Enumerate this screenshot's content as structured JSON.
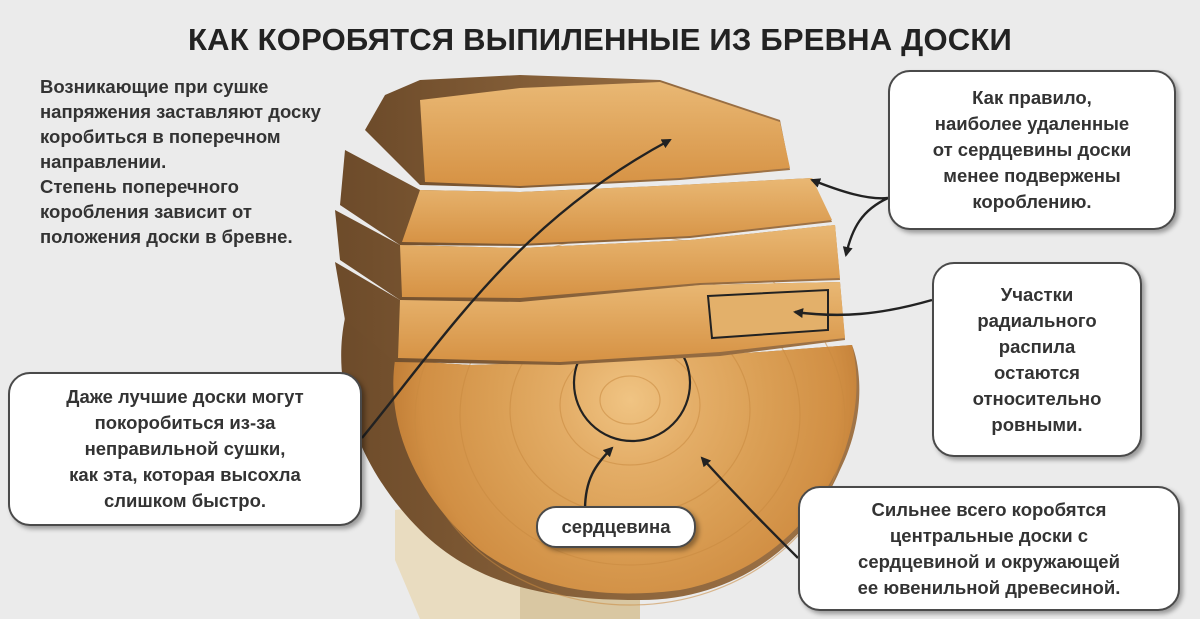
{
  "title": "КАК КОРОБЯТСЯ ВЫПИЛЕННЫЕ ИЗ БРЕВНА ДОСКИ",
  "intro": {
    "line_1": "Возникающие при сушке напряжения заставляют доску коробиться в поперечном направлении.",
    "line_2": "Степень поперечного коробления зависит от положения доски в бревне."
  },
  "callouts": {
    "remote_boards": "Как правило,\nнаиболее удаленные\nот сердцевины доски\nменее подвержены\nкороблению.",
    "radial_cut": "Участки\nрадиального\nраспила\nостаются\nотносительно\nровными.",
    "best_boards": "Даже лучшие доски могут\nпокоробиться из-за\nнеправильной сушки,\nкак эта, которая высохла\nслишком быстро.",
    "pith": "сердцевина",
    "central_boards": "Сильнее всего коробятся\nцентральные доски с\nсердцевиной и окружающей\nее ювенильной древесиной."
  },
  "colors": {
    "background": "#ebebeb",
    "wood_light": "#e6b36e",
    "wood_mid": "#d9964a",
    "wood_dark": "#b8742e",
    "bark": "#7a5530",
    "stand": "#e8d9b9",
    "arrow": "#222222",
    "bubble_border": "#4a4a4a"
  }
}
